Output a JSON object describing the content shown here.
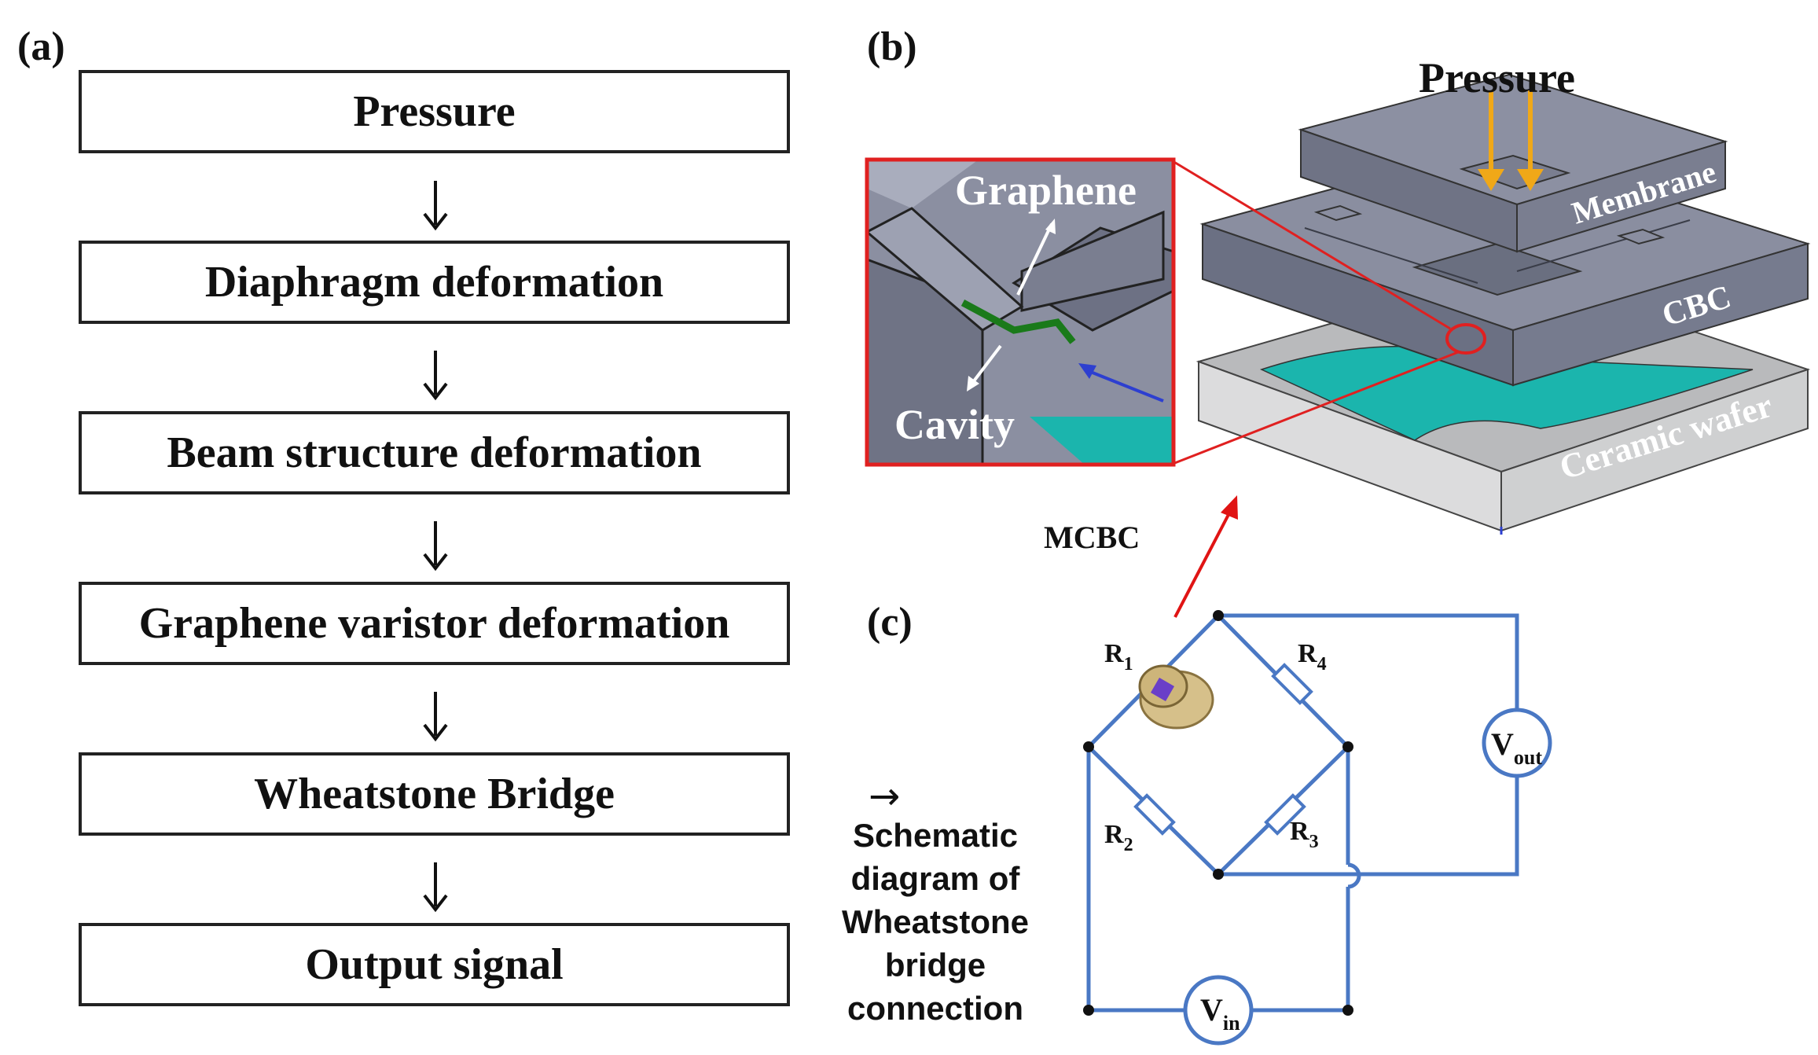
{
  "panels": {
    "a": "(a)",
    "b": "(b)",
    "c": "(c)"
  },
  "flow_steps": [
    "Pressure",
    "Diaphragm deformation",
    "Beam structure deformation",
    "Graphene varistor deformation",
    "Wheatstone Bridge",
    "Output signal"
  ],
  "caption": {
    "arrow": "→",
    "lines": [
      "Schematic",
      "diagram of",
      "Wheatstone",
      "bridge",
      "connection"
    ]
  },
  "sensor": {
    "pressure": "Pressure",
    "membrane": "Membrane",
    "cbc": "CBC",
    "wafer": "Ceramic wafer",
    "inset_graphene": "Graphene",
    "inset_cavity": "Cavity",
    "mcbc": "MCBC"
  },
  "circuit": {
    "r1": "R",
    "r1_sub": "1",
    "r2": "R",
    "r2_sub": "2",
    "r3": "R",
    "r3_sub": "3",
    "r4": "R",
    "r4_sub": "4",
    "vout": "V",
    "vout_sub": "out",
    "vin": "V",
    "vin_sub": "in"
  },
  "colors": {
    "wire": "#4a78c4",
    "membrane": "#7d8193",
    "membrane_top": "#8c90a2",
    "cbc": "#757a8c",
    "wafer": "#c9cacb",
    "teal": "#1bb5ad",
    "arrow_red": "#e01414",
    "pressure_arrow": "#f0a818",
    "inset_border": "#e02020"
  }
}
